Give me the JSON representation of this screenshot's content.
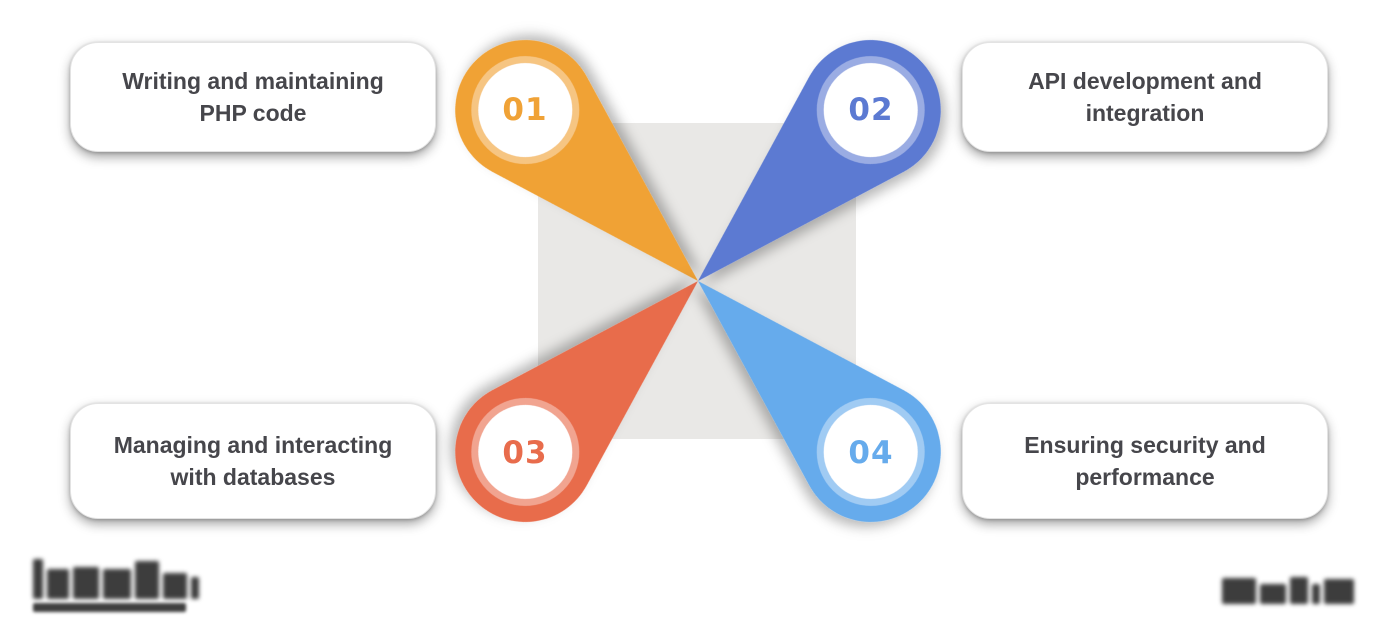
{
  "diagram": {
    "type": "pinwheel-infographic",
    "background_color": "#FFFFFF",
    "center_square_color": "#E9E8E6",
    "card_text_color": "#46464B",
    "items": [
      {
        "number": "01",
        "label": "Writing and maintaining PHP code",
        "color": "#F0A236",
        "position": "top-left"
      },
      {
        "number": "02",
        "label": "API development and integration",
        "color": "#5C7AD2",
        "position": "top-right"
      },
      {
        "number": "03",
        "label": "Managing and interacting with databases",
        "color": "#E86C4C",
        "position": "bottom-left"
      },
      {
        "number": "04",
        "label": "Ensuring security and performance",
        "color": "#66ABEC",
        "position": "bottom-right"
      }
    ]
  },
  "watermarks": {
    "left_icon": "blurred-wordmark-logo",
    "right_icon": "blurred-wordmark-logo",
    "color": "#3D3D3D"
  }
}
